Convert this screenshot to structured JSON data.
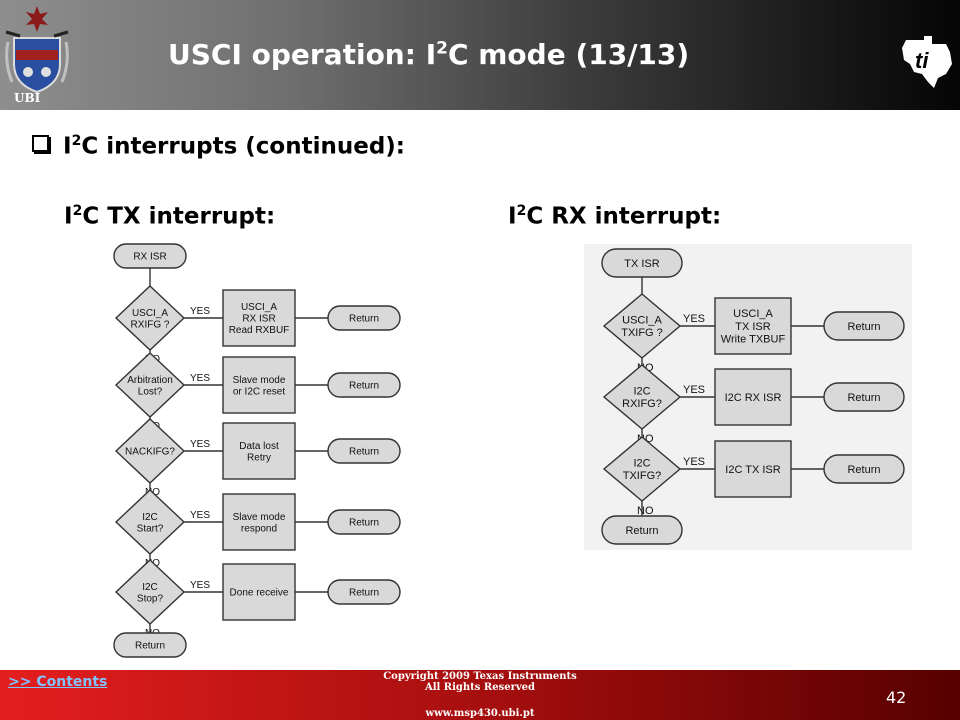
{
  "header": {
    "university_label": "UBI",
    "title_prefix": "USCI operation: I",
    "title_sup": "2",
    "title_suffix": "C mode (13/13)"
  },
  "content": {
    "bullet": {
      "prefix": "I",
      "sup": "2",
      "suffix": "C interrupts (continued):"
    },
    "tx_heading": {
      "prefix": "I",
      "sup": "2",
      "suffix": "C TX interrupt:"
    },
    "rx_heading": {
      "prefix": "I",
      "sup": "2",
      "suffix": "C RX interrupt:"
    }
  },
  "left_flowchart": {
    "start": "RX ISR",
    "end": "Return",
    "yes_label": "YES",
    "no_label": "NO",
    "steps": [
      {
        "decision": [
          "USCI_A",
          "RXIFG ?"
        ],
        "action": [
          "USCI_A",
          "RX ISR",
          "Read RXBUF"
        ],
        "result": "Return"
      },
      {
        "decision": [
          "Arbitration",
          "Lost?"
        ],
        "action": [
          "Slave mode",
          "or I2C reset"
        ],
        "result": "Return"
      },
      {
        "decision": [
          "NACKIFG?"
        ],
        "action": [
          "Data lost",
          "Retry"
        ],
        "result": "Return"
      },
      {
        "decision": [
          "I2C",
          "Start?"
        ],
        "action": [
          "Slave mode",
          "respond"
        ],
        "result": "Return"
      },
      {
        "decision": [
          "I2C",
          "Stop?"
        ],
        "action": [
          "Done receive"
        ],
        "result": "Return"
      }
    ]
  },
  "right_flowchart": {
    "start": "TX ISR",
    "end": "Return",
    "yes_label": "YES",
    "no_label": "NO",
    "steps": [
      {
        "decision": [
          "USCI_A",
          "TXIFG ?"
        ],
        "action": [
          "USCI_A",
          "TX ISR",
          "Write TXBUF"
        ],
        "result": "Return"
      },
      {
        "decision": [
          "I2C",
          "RXIFG?"
        ],
        "action": [
          "I2C RX ISR"
        ],
        "result": "Return"
      },
      {
        "decision": [
          "I2C",
          "TXIFG?"
        ],
        "action": [
          "I2C TX ISR"
        ],
        "result": "Return"
      }
    ]
  },
  "footer": {
    "contents_link": ">> Contents",
    "copyright_line1": "Copyright  2009 Texas Instruments",
    "copyright_line2": "All Rights Reserved",
    "website": "www.msp430.ubi.pt",
    "page_number": "42"
  },
  "colors": {
    "flow_shape_fill": "#d9d9d9",
    "flow_stroke": "#333333",
    "footer_red": "#c81414"
  }
}
